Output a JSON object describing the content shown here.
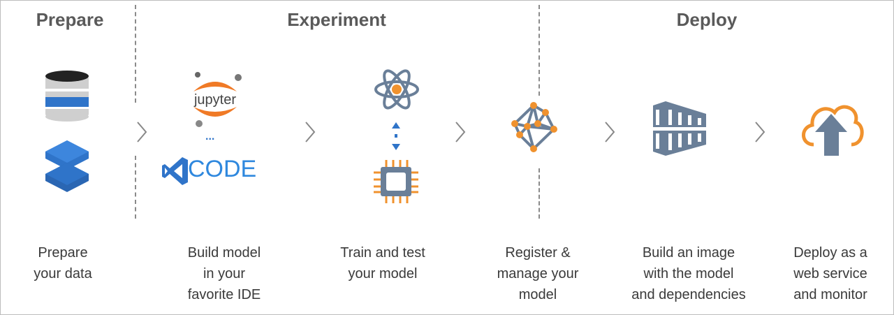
{
  "phases": {
    "prepare": "Prepare",
    "experiment": "Experiment",
    "deploy": "Deploy"
  },
  "steps": [
    {
      "label_lines": [
        "Prepare",
        "your data"
      ]
    },
    {
      "label_lines": [
        "Build model",
        "in your",
        "favorite IDE"
      ]
    },
    {
      "label_lines": [
        "Train and test",
        "your model"
      ]
    },
    {
      "label_lines": [
        "Register &",
        "manage your",
        "model"
      ]
    },
    {
      "label_lines": [
        "Build an image",
        "with the model",
        "and dependencies"
      ]
    },
    {
      "label_lines": [
        "Deploy as a",
        "web service",
        "and monitor"
      ]
    }
  ],
  "logos": {
    "jupyter": "jupyter",
    "ellipsis": "...",
    "vscode": "CODE"
  },
  "colors": {
    "blue": "#2f74c9",
    "orange": "#f0922e",
    "slate": "#6a7f98",
    "gray": "#8a8a8a"
  }
}
